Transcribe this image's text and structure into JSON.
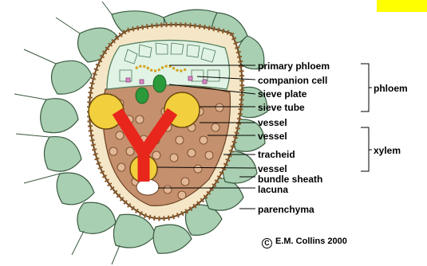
{
  "labels": {
    "primary_phloem": "primary phloem",
    "companion_cell": "companion cell",
    "sieve_plate": "sieve plate",
    "sieve_tube": "sieve tube",
    "vessel_1": "vessel",
    "vessel_2": "vessel",
    "tracheid": "tracheid",
    "vessel_3": "vessel",
    "bundle_sheath": "bundle sheath",
    "lacuna": "lacuna",
    "parenchyma": "parenchyma"
  },
  "groups": {
    "phloem": "phloem",
    "xylem": "xylem"
  },
  "credit": {
    "symbol": "C",
    "text": "E.M. Collins 2000"
  },
  "overlay_letter": "Y",
  "colors": {
    "parenchyma_fill": "#a9cfb2",
    "sheath_fill": "#f4e6c6",
    "xylem_fill": "#c4906d",
    "phloem_fill": "#e0f3e4",
    "vessel_fill": "#f2cf3c",
    "overlay_red": "#e8261c",
    "highlight_yellow": "#ffff00"
  }
}
